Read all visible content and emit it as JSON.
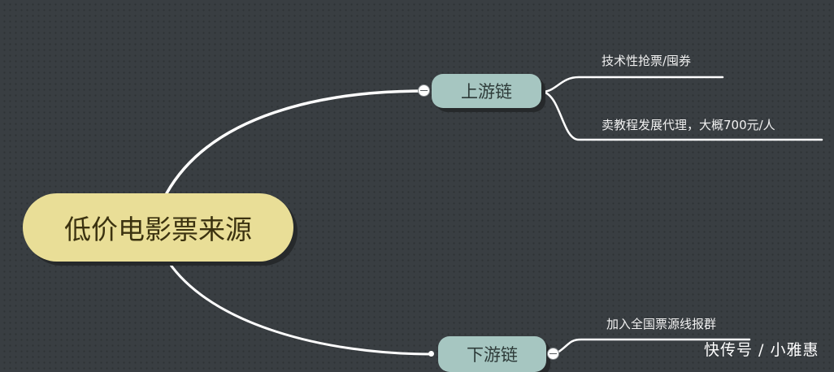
{
  "diagram": {
    "type": "mind-map",
    "root": {
      "label": "低价电影票来源",
      "color": "#e9de97"
    },
    "branches": [
      {
        "label": "上游链",
        "color": "#a6c6c1",
        "collapse_state": "expanded",
        "children": [
          {
            "label": "技术性抢票/囤券"
          },
          {
            "label": "卖教程发展代理，大概700元/人"
          }
        ]
      },
      {
        "label": "下游链",
        "color": "#a6c6c1",
        "collapse_state": "expanded",
        "children": [
          {
            "label": "加入全国票源线报群"
          }
        ]
      }
    ],
    "link_color": "#ffffff",
    "background": "#393e42"
  },
  "watermark": "快传号 / 小雅惠"
}
